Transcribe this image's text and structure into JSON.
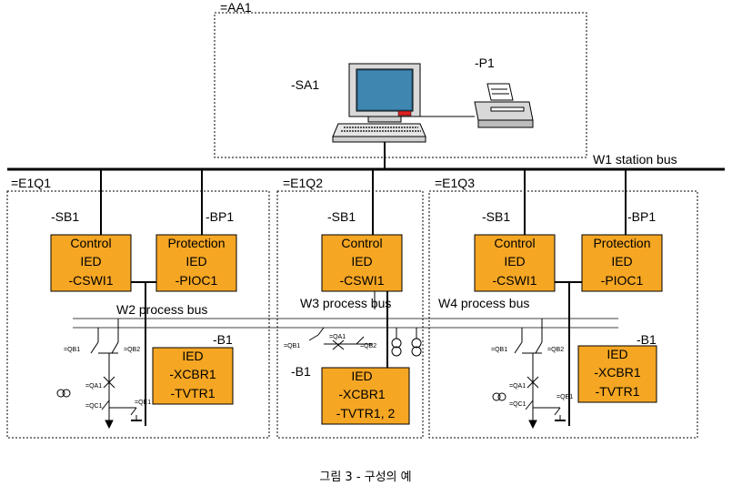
{
  "labels": {
    "aa1": "=AA1",
    "sa1": "-SA1",
    "p1": "-P1",
    "station_bus": "W1 station bus",
    "e1q1": "=E1Q1",
    "e1q2": "=E1Q2",
    "e1q3": "=E1Q3",
    "sb1_1": "-SB1",
    "bp1_1": "-BP1",
    "sb1_2": "-SB1",
    "sb1_3": "-SB1",
    "bp1_3": "-BP1",
    "w2": "W2 process bus",
    "w3": "W3 process bus",
    "w4": "W4 process bus",
    "b1_1": "-B1",
    "b1_2": "-B1",
    "b1_3": "-B1"
  },
  "ieds": {
    "ctrl1": [
      "Control",
      "IED",
      "-CSWI1"
    ],
    "prot1": [
      "Protection",
      "IED",
      "-PIOC1"
    ],
    "ctrl2": [
      "Control",
      "IED",
      "-CSWI1"
    ],
    "ctrl3": [
      "Control",
      "IED",
      "-CSWI1"
    ],
    "prot3": [
      "Protection",
      "IED",
      "-PIOC1"
    ],
    "proc1": [
      "IED",
      "-XCBR1",
      "-TVTR1"
    ],
    "proc2": [
      "IED",
      "-XCBR1",
      "-TVTR1, 2"
    ],
    "proc3": [
      "IED",
      "-XCBR1",
      "-TVTR1"
    ]
  },
  "switch_labels": {
    "bay1": {
      "qb1": "=QB1",
      "qb2": "=QB2",
      "qa1": "=QA1",
      "qc1": "=QC1",
      "qe1": "=QE1"
    },
    "bay2": {
      "qb1": "=QB1",
      "qa1": "=QA1",
      "qb2": "=QB2"
    },
    "bay3": {
      "qb1": "=QB1",
      "qb2": "=QB2",
      "qa1": "=QA1",
      "qc1": "=QC1",
      "qe1": "=QE1"
    }
  },
  "caption": "그림 3 - 구성의 예",
  "colors": {
    "ied_fill": "#f5a623",
    "line": "#000000"
  }
}
